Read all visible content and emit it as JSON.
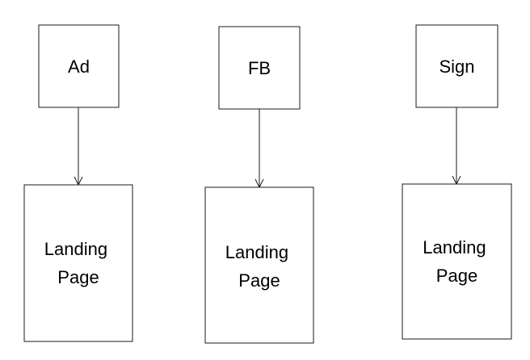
{
  "diagram": {
    "columns": [
      {
        "source": {
          "label": "Ad"
        },
        "target": {
          "label_line1": "Landing",
          "label_line2": "Page"
        }
      },
      {
        "source": {
          "label": "FB"
        },
        "target": {
          "label_line1": "Landing",
          "label_line2": "Page"
        }
      },
      {
        "source": {
          "label": "Sign"
        },
        "target": {
          "label_line1": "Landing",
          "label_line2": "Page"
        }
      }
    ]
  },
  "colors": {
    "stroke": "#1a1a1a",
    "text": "#000000",
    "background": "#ffffff"
  }
}
